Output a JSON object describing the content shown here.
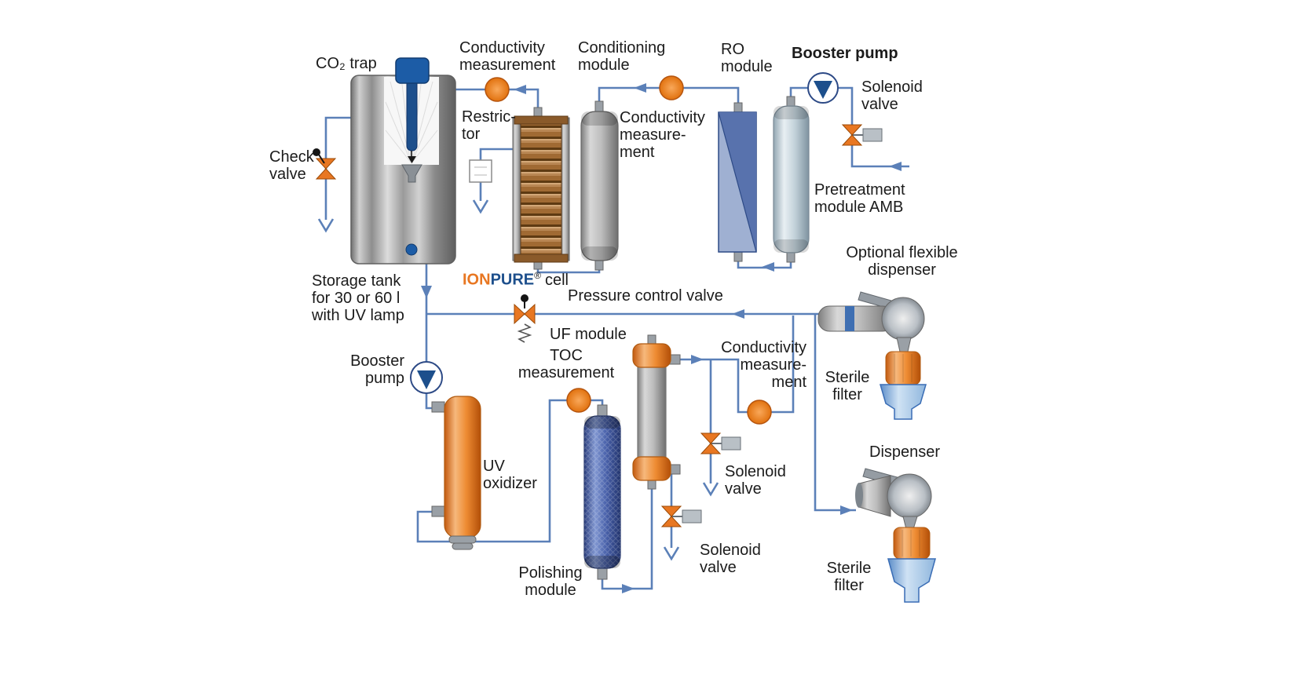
{
  "title": "Water purification system flow diagram",
  "colors": {
    "pipe_blue": "#5b80b8",
    "accent_orange": "#e87722",
    "pump_navy": "#1d4f8c",
    "module_gray": "#bdbdbd",
    "cell_brown": "#a06a33",
    "polishing_blue": "#4a62ab",
    "bottle_blue": "#8fb6dd",
    "text_dark": "#1b1b1b"
  },
  "labels": {
    "co2_trap": "CO₂ trap",
    "conductivity_top": "Conductivity\nmeasurement",
    "conditioning_module": "Conditioning\nmodule",
    "ro_module": "RO\nmodule",
    "booster_pump_top": "Booster pump",
    "solenoid_valve_top": "Solenoid\nvalve",
    "check_valve": "Check\nvalve",
    "restrictor": "Restric-\ntor",
    "conductivity_mid": "Conductivity\nmeasure-\nment",
    "pretreatment_module": "Pretreatment\nmodule AMB",
    "storage_tank": "Storage tank\nfor 30 or 60 l\nwith UV lamp",
    "ionpure": {
      "ion": "ION",
      "pure": "PURE",
      "reg": "®",
      "rest": "cell"
    },
    "pressure_control_valve": "Pressure control valve",
    "optional_dispenser": "Optional flexible\ndispenser",
    "booster_pump_mid": "Booster\npump",
    "uf_module": "UF module",
    "toc_measurement": "TOC\nmeasurement",
    "conductivity_right": "Conductivity\nmeasure-\nment",
    "sterile_filter_1": "Sterile\nfilter",
    "uv_oxidizer": "UV\noxidizer",
    "solenoid_valve_mid": "Solenoid\nvalve",
    "dispenser": "Dispenser",
    "solenoid_valve_low": "Solenoid\nvalve",
    "polishing_module": "Polishing\nmodule",
    "sterile_filter_2": "Sterile\nfilter"
  }
}
